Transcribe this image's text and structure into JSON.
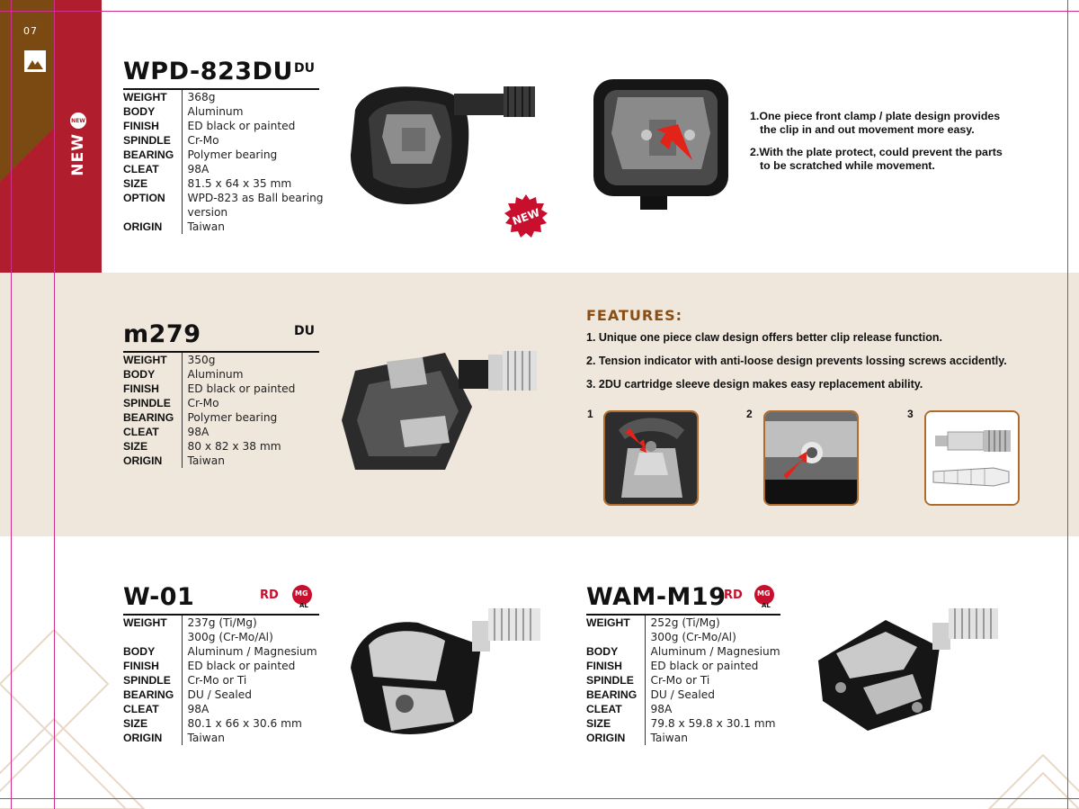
{
  "page": {
    "number": "07",
    "side_label": "NEW",
    "new_seal_label": "NEW",
    "new_icon_label": "NEW",
    "colors": {
      "side_red": "#b01e2e",
      "side_brown": "#7b4a12",
      "band_beige": "#efe6dc",
      "features_heading": "#8a4e14",
      "guide_line": "#d0308a"
    }
  },
  "products": [
    {
      "model": "WPD-823DU",
      "badge": "DU",
      "specs": [
        {
          "key": "WEIGHT",
          "value": "368g"
        },
        {
          "key": "BODY",
          "value": "Aluminum"
        },
        {
          "key": "FINISH",
          "value": "ED black or painted"
        },
        {
          "key": "SPINDLE",
          "value": "Cr-Mo"
        },
        {
          "key": "BEARING",
          "value": "Polymer bearing"
        },
        {
          "key": "CLEAT",
          "value": "98A"
        },
        {
          "key": "SIZE",
          "value": "81.5 x 64 x 35 mm"
        },
        {
          "key": "OPTION",
          "value": "WPD-823 as Ball bearing version"
        },
        {
          "key": "ORIGIN",
          "value": "Taiwan"
        }
      ],
      "notes": [
        "1.One piece front clamp / plate design provides",
        "the clip in and out movement more easy.",
        "2.With the plate protect, could prevent the parts",
        "to be scratched while movement."
      ]
    },
    {
      "model": "m279",
      "badge": "DU",
      "specs": [
        {
          "key": "WEIGHT",
          "value": "350g"
        },
        {
          "key": "BODY",
          "value": "Aluminum"
        },
        {
          "key": "FINISH",
          "value": "ED black or painted"
        },
        {
          "key": "SPINDLE",
          "value": "Cr-Mo"
        },
        {
          "key": "BEARING",
          "value": "Polymer bearing"
        },
        {
          "key": "CLEAT",
          "value": "98A"
        },
        {
          "key": "SIZE",
          "value": "80 x 82 x 38 mm"
        },
        {
          "key": "ORIGIN",
          "value": "Taiwan"
        }
      ],
      "features_heading": "FEATURES:",
      "features": [
        "1. Unique one piece claw design offers better clip release function.",
        "2. Tension indicator with anti-loose design prevents lossing screws accidently.",
        "3. 2DU cartridge sleeve design makes easy replacement ability."
      ],
      "detail_labels": [
        "1",
        "2",
        "3"
      ]
    },
    {
      "model": "W-01",
      "badge_rd": "RD",
      "badge_mg": "MG",
      "badge_al": "AL",
      "specs": [
        {
          "key": "WEIGHT",
          "value": "237g (Ti/Mg)"
        },
        {
          "key": "",
          "value": "300g (Cr-Mo/Al)"
        },
        {
          "key": "BODY",
          "value": "Aluminum / Magnesium"
        },
        {
          "key": "FINISH",
          "value": "ED black or painted"
        },
        {
          "key": "SPINDLE",
          "value": "Cr-Mo or Ti"
        },
        {
          "key": "BEARING",
          "value": "DU / Sealed"
        },
        {
          "key": "CLEAT",
          "value": "98A"
        },
        {
          "key": "SIZE",
          "value": "80.1 x 66 x 30.6 mm"
        },
        {
          "key": "ORIGIN",
          "value": "Taiwan"
        }
      ]
    },
    {
      "model": "WAM-M19",
      "badge_rd": "RD",
      "badge_mg": "MG",
      "badge_al": "AL",
      "specs": [
        {
          "key": "WEIGHT",
          "value": "252g (Ti/Mg)"
        },
        {
          "key": "",
          "value": "300g (Cr-Mo/Al)"
        },
        {
          "key": "BODY",
          "value": "Aluminum / Magnesium"
        },
        {
          "key": "FINISH",
          "value": "ED black or painted"
        },
        {
          "key": "SPINDLE",
          "value": "Cr-Mo or Ti"
        },
        {
          "key": "BEARING",
          "value": "DU / Sealed"
        },
        {
          "key": "CLEAT",
          "value": "98A"
        },
        {
          "key": "SIZE",
          "value": "79.8 x 59.8 x 30.1 mm"
        },
        {
          "key": "ORIGIN",
          "value": "Taiwan"
        }
      ]
    }
  ]
}
